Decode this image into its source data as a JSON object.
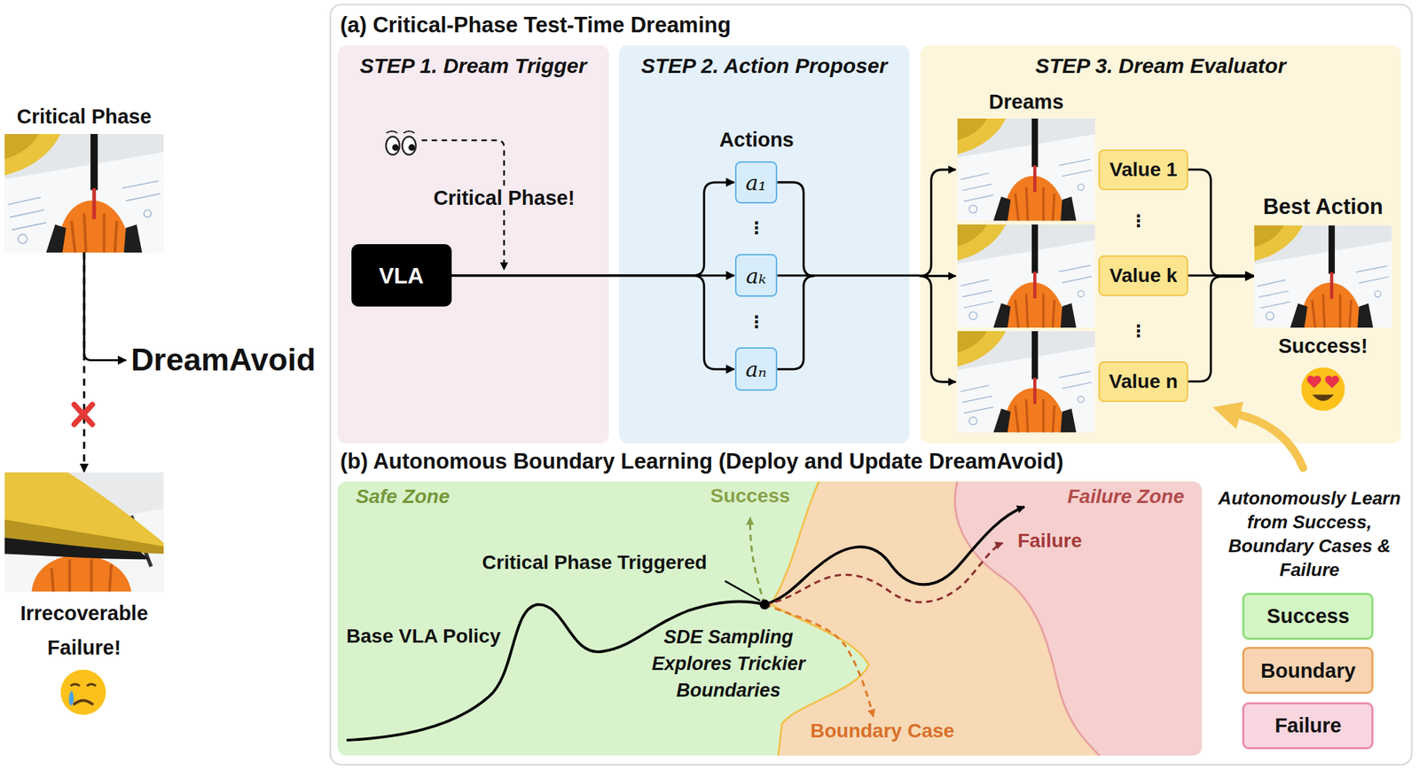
{
  "diagram": {
    "nodes": [
      {
        "text": [
          "Critical Phase"
        ]
      },
      {
        "text": [
          "DreamAvoid"
        ]
      },
      {
        "text": [
          "Irrecoverable Failure!"
        ]
      },
      {
        "text": [
          "(a) Critical-Phase Test-Time Dreaming",
          "(b) Autonomous Boundary Learning (Deploy and Update DreamAvoid)"
        ]
      },
      {
        "text": [
          "STEP 1. Dream Trigger"
        ],
        "in": 3
      },
      {
        "text": [
          "VLA"
        ],
        "in": 4
      },
      {
        "text": [
          "STEP 2. Action Proposer"
        ],
        "in": 3
      },
      {
        "text": [
          "a₁"
        ],
        "in": 6
      },
      {
        "text": [
          "aₖ"
        ],
        "in": 6
      },
      {
        "text": [
          "aₙ"
        ],
        "in": 6
      },
      {
        "text": [
          "STEP 3. Dream Evaluator"
        ],
        "in": 3
      },
      {
        "text": [
          "Value 1"
        ],
        "in": 10
      },
      {
        "text": [
          "Value k"
        ],
        "in": 10
      },
      {
        "text": [
          "Value n"
        ],
        "in": 10
      },
      {
        "text": [
          "Best Action",
          "Success!"
        ],
        "in": 10
      }
    ],
    "edges": [
      {
        "from": 0,
        "to": 1,
        "arrow": "to"
      },
      {
        "from": 0,
        "to": 2,
        "arrow": "to"
      },
      {
        "from": 5,
        "to": 7,
        "arrow": "to"
      },
      {
        "from": 5,
        "to": 8,
        "arrow": "to"
      },
      {
        "from": 5,
        "to": 9,
        "arrow": "to"
      },
      {
        "from": 11,
        "to": 14,
        "arrow": "to"
      },
      {
        "from": 12,
        "to": 14,
        "arrow": "to"
      },
      {
        "from": 13,
        "to": 14,
        "arrow": "to"
      }
    ],
    "labels": [
      "Critical Phase!",
      "Actions",
      "⋮",
      "⋮",
      "Dreams",
      "⋮",
      "⋮",
      "Safe Zone",
      "Failure Zone",
      "Success",
      "Critical Phase Triggered",
      "Failure",
      "Base VLA Policy",
      "SDE Sampling Explores Trickier Boundaries",
      "Boundary Case",
      "Autonomously Learn from Success, Boundary Cases & Failure"
    ],
    "legend": [
      {
        "text": "Success",
        "color": "#d4f5c4"
      },
      {
        "text": "Boundary",
        "color": "#f8d4b2"
      },
      {
        "text": "Failure",
        "color": "#f9d5df"
      }
    ]
  }
}
